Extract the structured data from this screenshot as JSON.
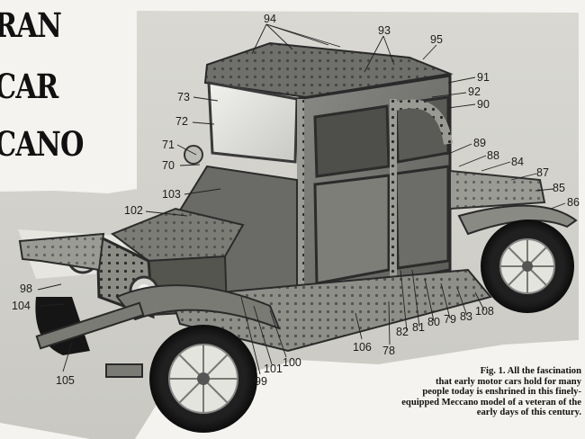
{
  "headline": {
    "lines": [
      "RAN",
      "CAR",
      "CANO"
    ]
  },
  "figure": {
    "callouts": {
      "c94": "94",
      "c93": "93",
      "c95": "95",
      "c91": "91",
      "c92": "92",
      "c73": "73",
      "c90": "90",
      "c72": "72",
      "c71": "71",
      "c89": "89",
      "c88": "88",
      "c70": "70",
      "c84": "84",
      "c87": "87",
      "c85": "85",
      "c86": "86",
      "c103": "103",
      "c102": "102",
      "c98": "98",
      "c104": "104",
      "c108": "108",
      "c83": "83",
      "c79": "79",
      "c80": "80",
      "c81": "81",
      "c82": "82",
      "c106": "106",
      "c78": "78",
      "c100": "100",
      "c101": "101",
      "c99": "99",
      "c105": "105"
    },
    "caption": [
      "Fig. 1.  All the fascination",
      "that early motor cars hold for many",
      "people today is enshrined in this finely-",
      "equipped Meccano model of a veteran of the",
      "early days of this century."
    ]
  }
}
